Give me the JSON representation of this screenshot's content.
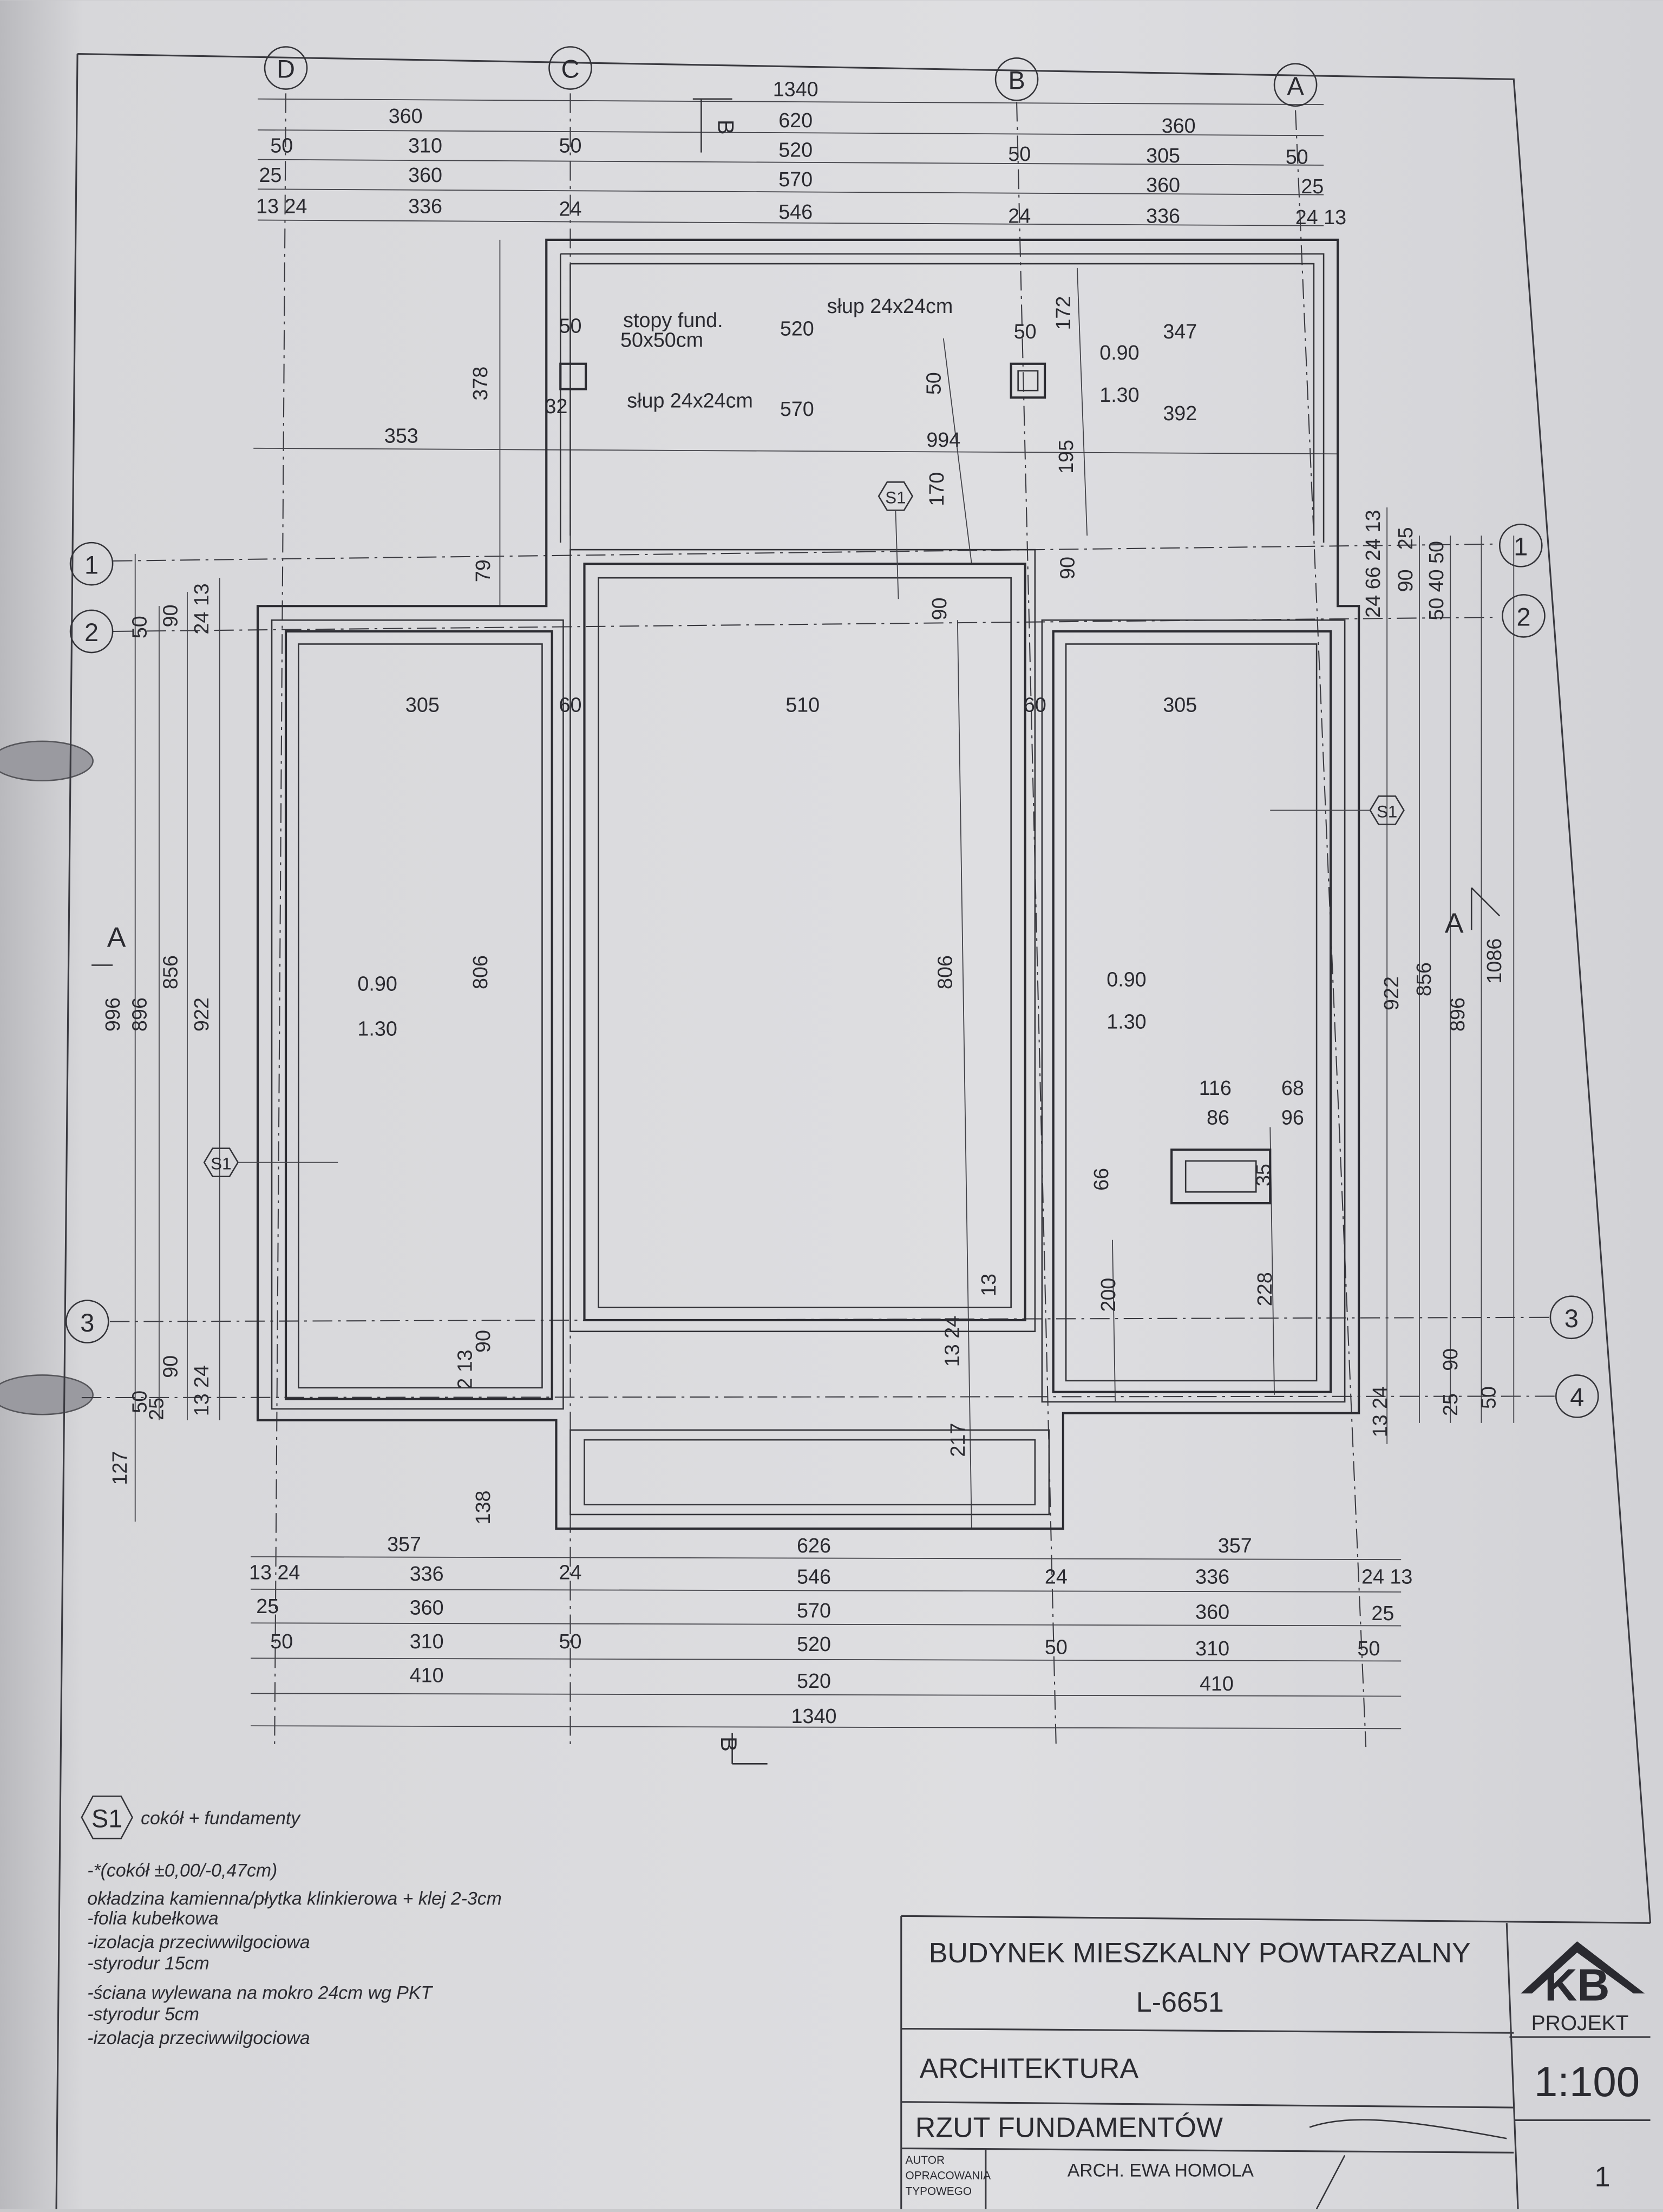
{
  "grid_axes": {
    "columns": [
      "D",
      "C",
      "B",
      "A"
    ],
    "rows": [
      "1",
      "2",
      "3",
      "4"
    ]
  },
  "section_marks": {
    "b": "B",
    "a": "A"
  },
  "dims": [
    "1340",
    "360",
    "620",
    "360",
    "50",
    "310",
    "50",
    "520",
    "50",
    "305",
    "50",
    "25",
    "360",
    "570",
    "360",
    "25",
    "13 24",
    "336",
    "24",
    "546",
    "24",
    "336",
    "24 13",
    "stopy fund.",
    "50x50cm",
    "50",
    "520",
    "słup 24x24cm",
    "50",
    "172",
    "0.90",
    "1.30",
    "347",
    "392",
    "słup 24x24cm",
    "570",
    "32",
    "378",
    "353",
    "994",
    "50",
    "170",
    "195",
    "79",
    "90",
    "90",
    "50",
    "90",
    "24 13",
    "996",
    "896",
    "856",
    "922",
    "90",
    "50",
    "25",
    "13 24",
    "127",
    "305",
    "60",
    "510",
    "60",
    "305",
    "0.90",
    "1.30",
    "806",
    "806",
    "0.90",
    "1.30",
    "24 66 24 13",
    "90",
    "25",
    "50 40 50",
    "922",
    "856",
    "896",
    "1086",
    "116",
    "68",
    "86",
    "96",
    "66",
    "35",
    "200",
    "228",
    "13",
    "13 24",
    "2 13",
    "90",
    "217",
    "138",
    "90",
    "25",
    "50",
    "13 24",
    "357",
    "626",
    "357",
    "13 24",
    "336",
    "24",
    "546",
    "24",
    "336",
    "24 13",
    "25",
    "360",
    "570",
    "360",
    "25",
    "50",
    "310",
    "50",
    "520",
    "50",
    "310",
    "50",
    "410",
    "520",
    "410",
    "1340"
  ],
  "tags": {
    "s1": "S1"
  },
  "legend": {
    "tag": "S1",
    "title": "cokół + fundamenty",
    "lines": [
      "-*(cokół ±0,00/-0,47cm)",
      "okładzina kamienna/płytka klinkierowa + klej 2-3cm",
      "-folia kubełkowa",
      "-izolacja przeciwwilgociowa",
      "-styrodur 15cm",
      "-ściana wylewana na mokro 24cm wg PKT",
      "-styrodur 5cm",
      "-izolacja przeciwwilgociowa"
    ]
  },
  "title_block": {
    "building": "BUDYNEK MIESZKALNY POWTARZALNY",
    "code": "L-6651",
    "discipline": "ARCHITEKTURA",
    "sheet_title": "RZUT FUNDAMENTÓW",
    "author_label": [
      "AUTOR",
      "OPRACOWANIA",
      "TYPOWEGO"
    ],
    "author": "ARCH. EWA HOMOLA",
    "logo": "KB",
    "logo_sub": "PROJEKT",
    "scale": "1:100",
    "sheet_no": "1"
  }
}
